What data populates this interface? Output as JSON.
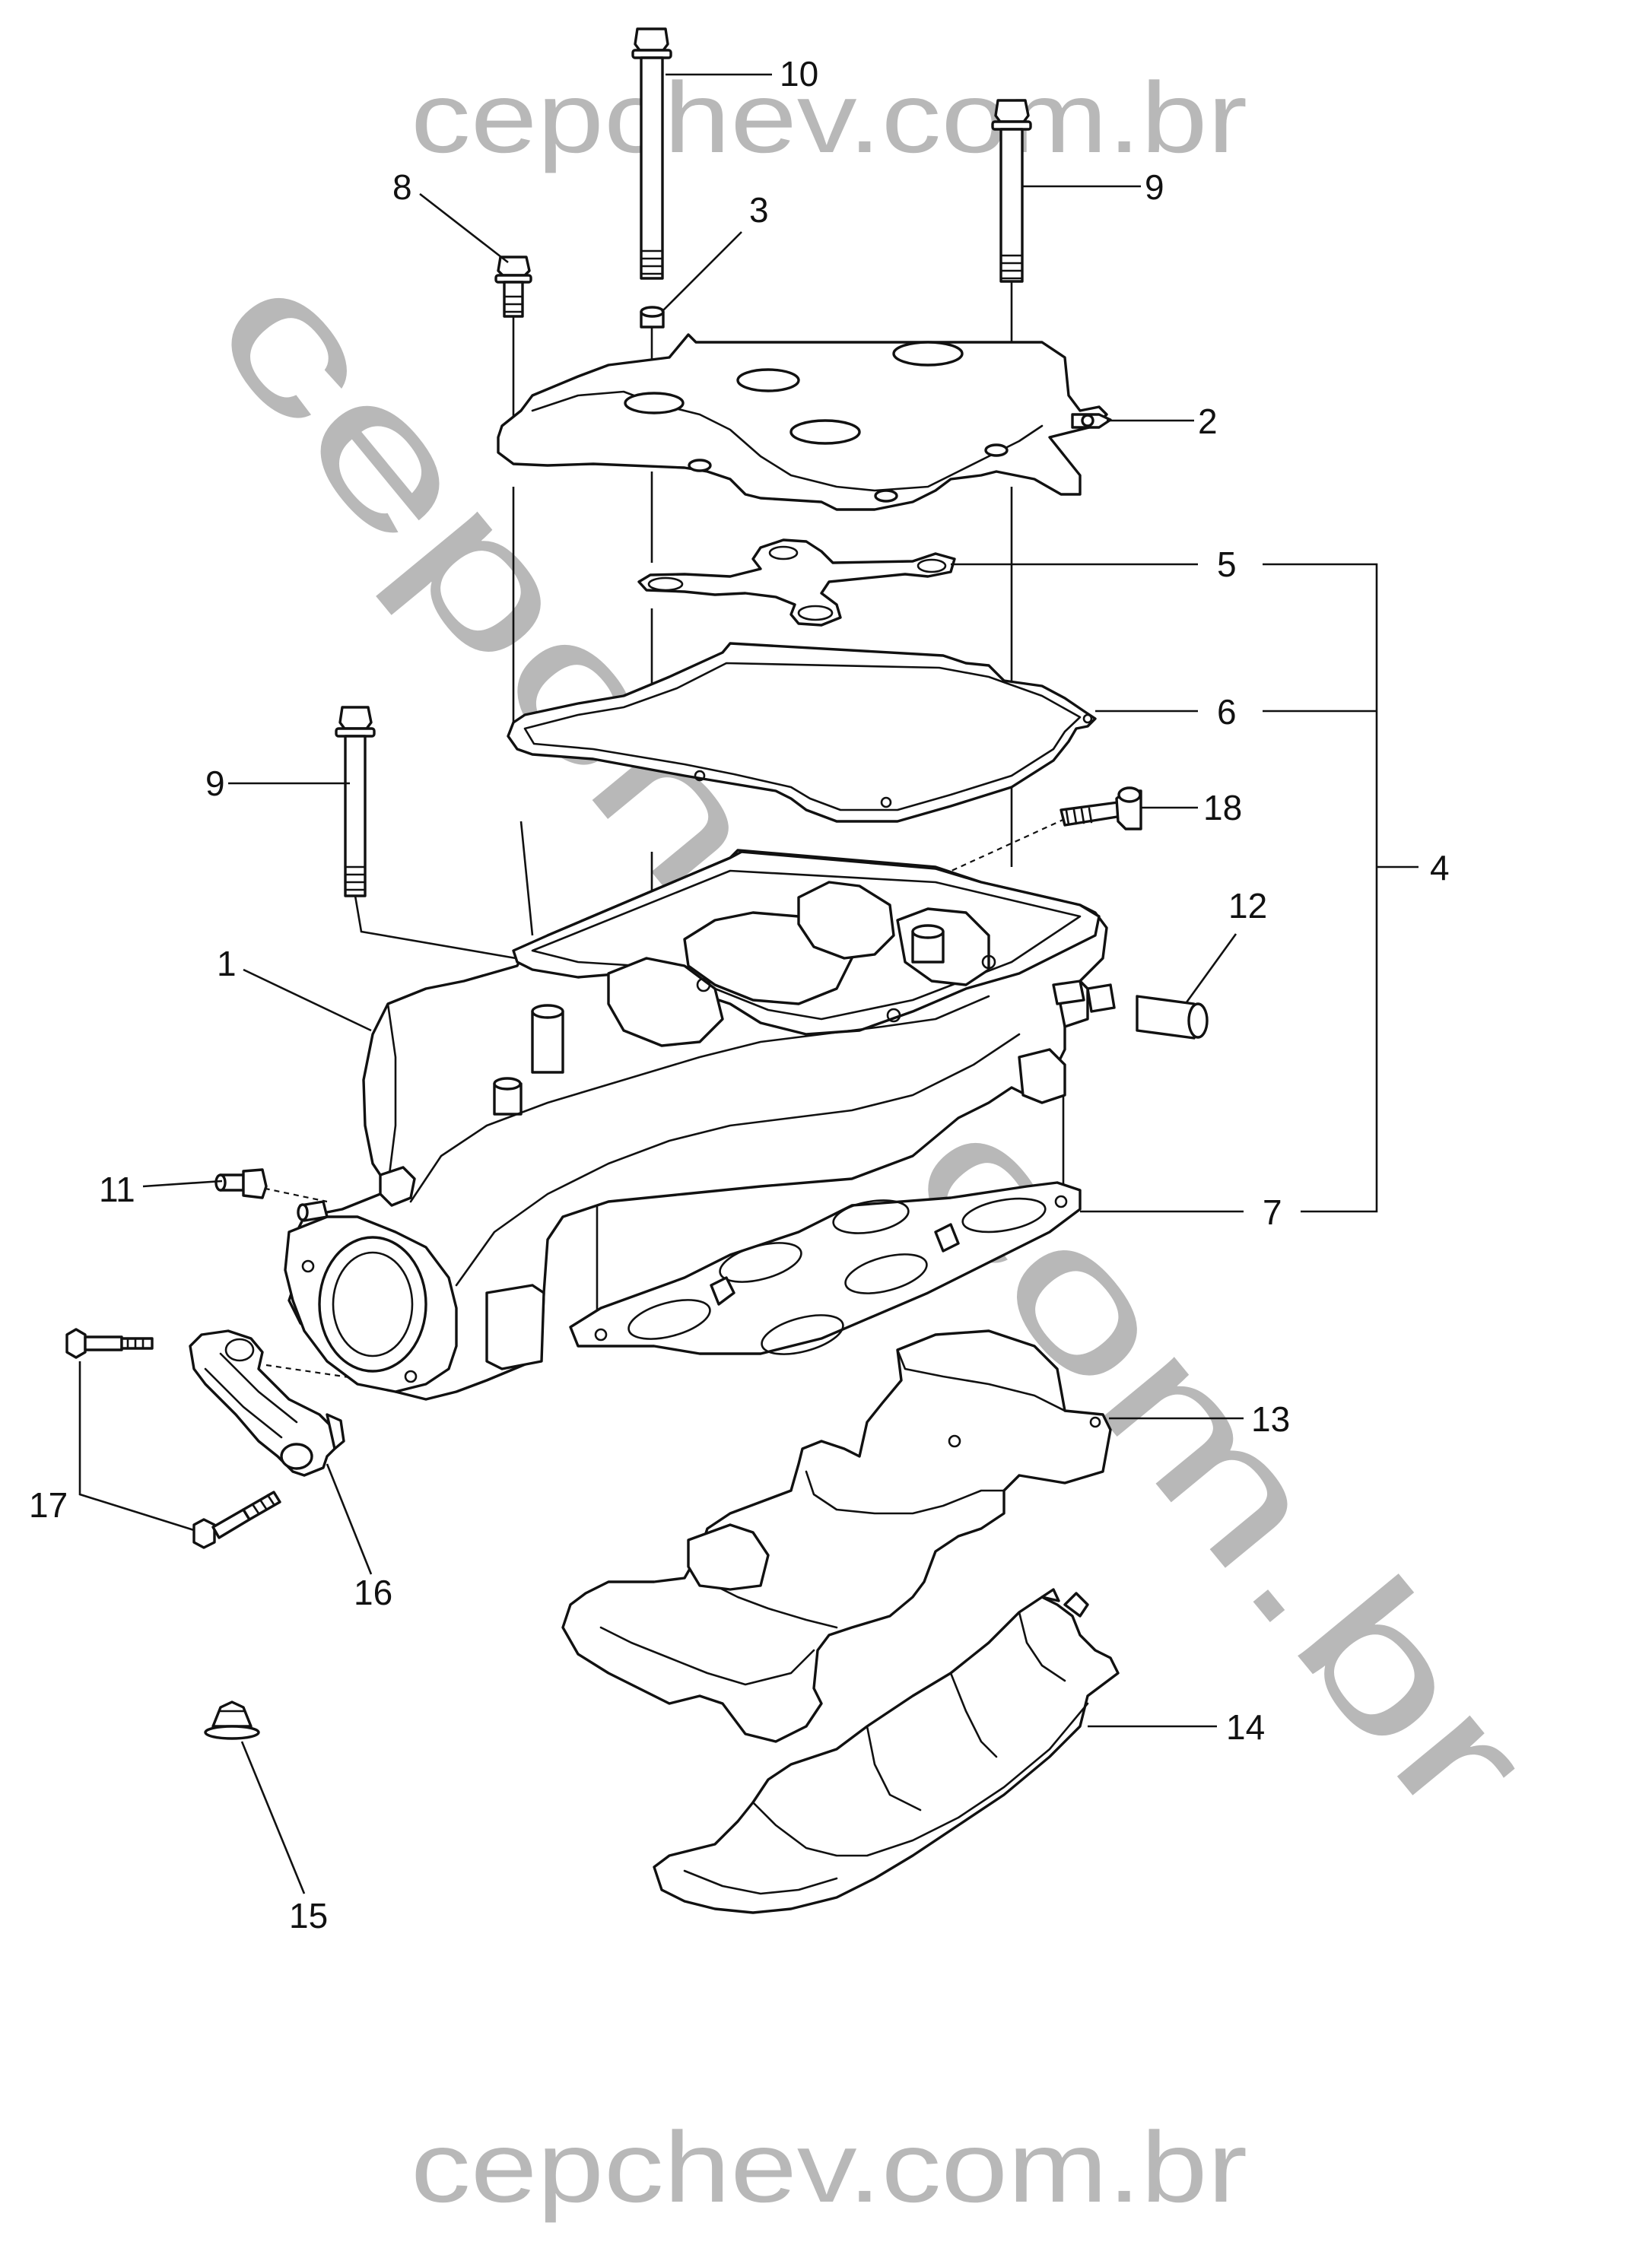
{
  "watermark": {
    "top": "cepchev.com.br",
    "bottom": "cepchev.com.br",
    "diagonal": "cepchev.com.br",
    "color": "#b8b8b8"
  },
  "callouts": {
    "c1": "1",
    "c2": "2",
    "c3": "3",
    "c4": "4",
    "c5": "5",
    "c6": "6",
    "c7": "7",
    "c8": "8",
    "c9a": "9",
    "c9b": "9",
    "c10": "10",
    "c11": "11",
    "c12": "12",
    "c13": "13",
    "c14": "14",
    "c15": "15",
    "c16": "16",
    "c17": "17",
    "c18": "18"
  }
}
